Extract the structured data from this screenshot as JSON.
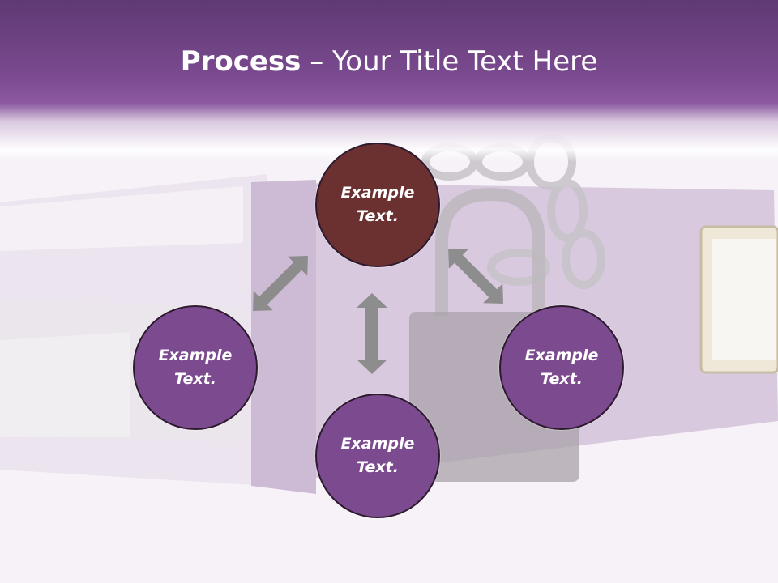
{
  "slide": {
    "title_bold": "Process",
    "title_rest": " – Your Title Text Here"
  },
  "cycle": {
    "top": "Example Text.",
    "left": "Example Text.",
    "right": "Example Text.",
    "bottom": "Example Text."
  },
  "colors": {
    "header": "#7b4a90",
    "circle_accent": "#6b3131",
    "circle": "#7c4a8e",
    "arrow": "#8a8a8a"
  },
  "background_image": "binder-with-chain-and-padlock"
}
